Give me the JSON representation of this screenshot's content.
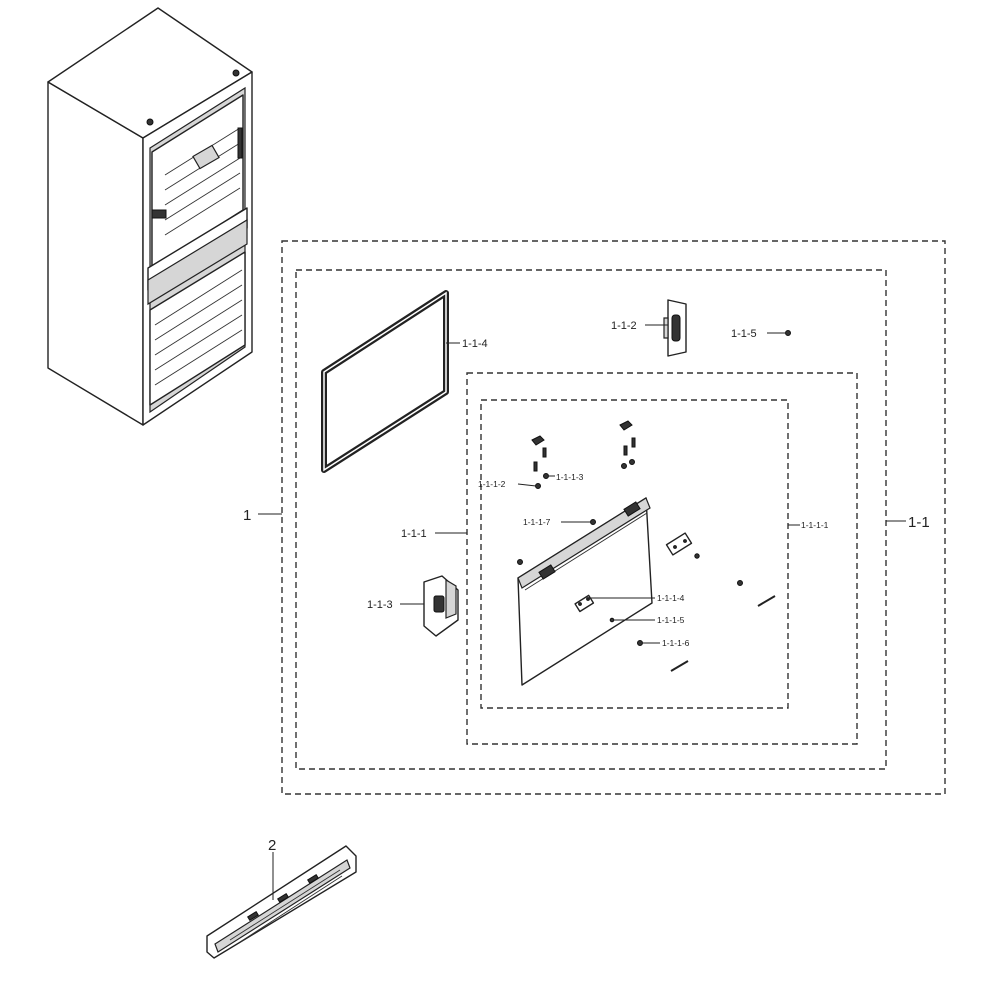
{
  "labels": {
    "l_1": "1",
    "l_1_1": "1-1",
    "l_1_1_1": "1-1-1",
    "l_1_1_2": "1-1-2",
    "l_1_1_3": "1-1-3",
    "l_1_1_4": "1-1-4",
    "l_1_1_5": "1-1-5",
    "l_1_1_1_1": "1-1-1-1",
    "l_1_1_1_2": "1-1-1-2",
    "l_1_1_1_3": "1-1-1-3",
    "l_1_1_1_4": "1-1-1-4",
    "l_1_1_1_5": "1-1-1-5",
    "l_1_1_1_6": "1-1-1-6",
    "l_1_1_1_7": "1-1-1-7",
    "l_2": "2"
  },
  "colors": {
    "line": "#222222",
    "shade": "#d6d6d6",
    "background": "#ffffff"
  }
}
